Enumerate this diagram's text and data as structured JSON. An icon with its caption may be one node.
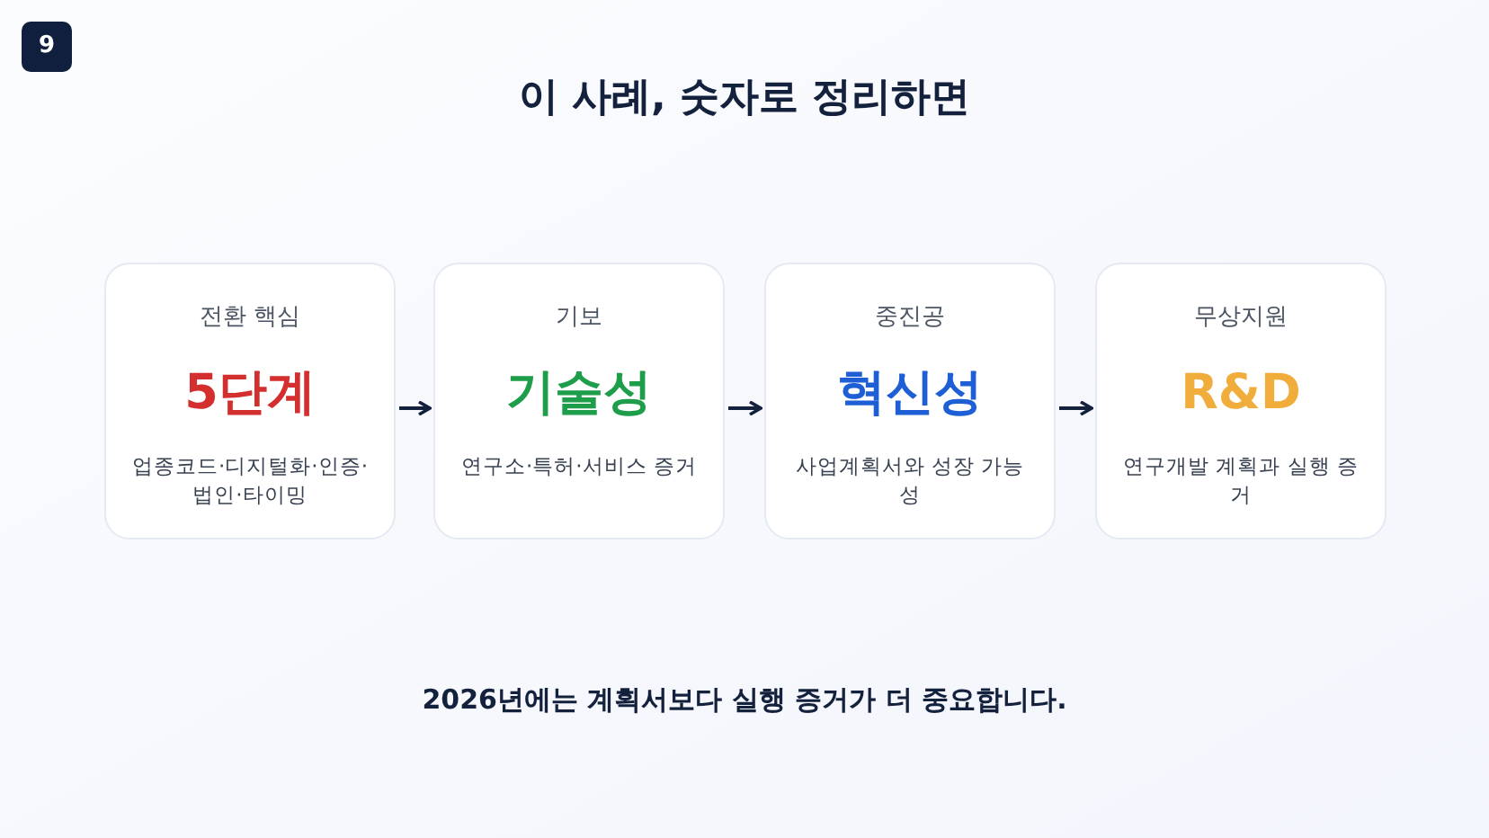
{
  "diagram": {
    "title": "이 사례, 숫자로 정리하면",
    "nodes": [
      {
        "text": [
          "전환 핵심",
          "5단계",
          "업종코드·디지털화·인증·법인·타이밍"
        ]
      },
      {
        "text": [
          "기보",
          "기술성",
          "연구소·특허·서비스 증거"
        ]
      },
      {
        "text": [
          "중진공",
          "혁신성",
          "사업계획서와 성장 가능성"
        ]
      },
      {
        "text": [
          "무상지원",
          "R&D",
          "연구개발 계획과 실행 증거"
        ]
      }
    ],
    "edges": [
      {
        "from": 0,
        "to": 1,
        "arrow": "to"
      },
      {
        "from": 1,
        "to": 2,
        "arrow": "to"
      },
      {
        "from": 2,
        "to": 3,
        "arrow": "to"
      }
    ],
    "labels": [
      "9"
    ],
    "caption": "2026년에는 계획서보다 실행 증거가 더 중요합니다."
  }
}
